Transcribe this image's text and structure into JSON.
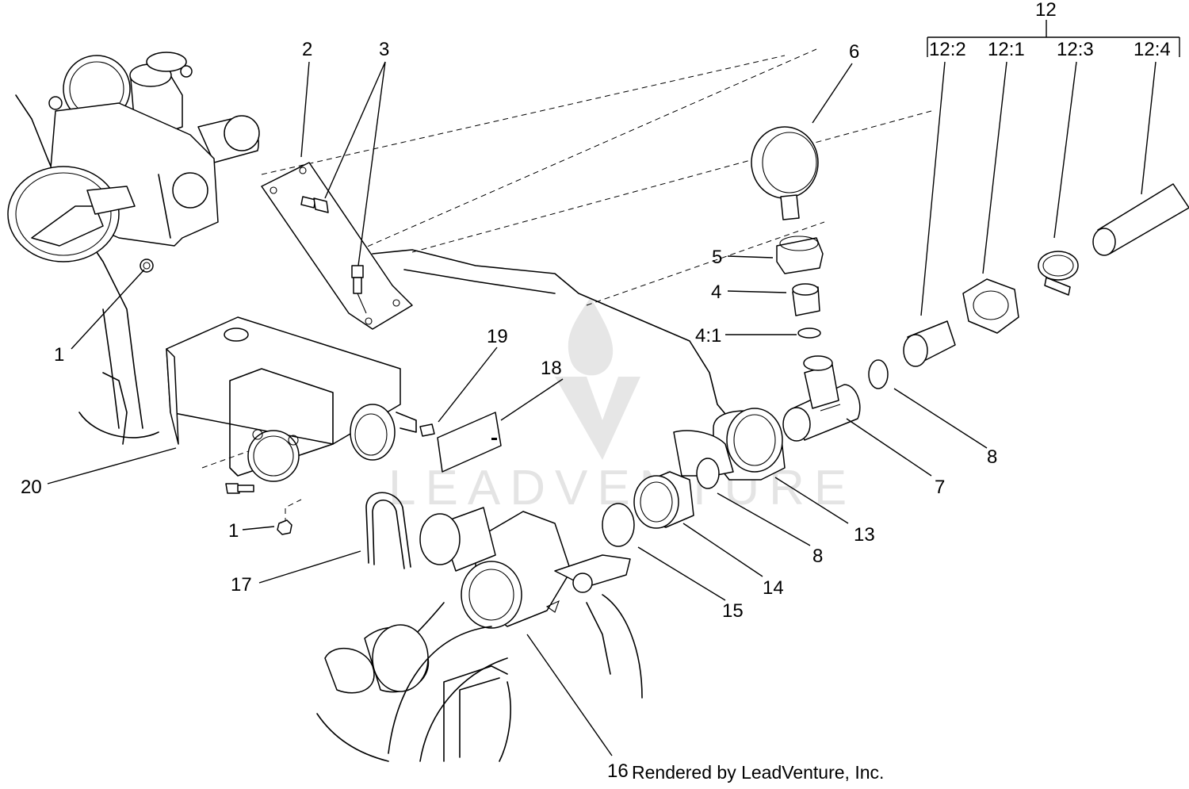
{
  "callouts": [
    {
      "id": "1a",
      "text": "1"
    },
    {
      "id": "1b",
      "text": "1"
    },
    {
      "id": "2",
      "text": "2"
    },
    {
      "id": "3",
      "text": "3"
    },
    {
      "id": "4",
      "text": "4"
    },
    {
      "id": "4-1",
      "text": "4:1"
    },
    {
      "id": "5",
      "text": "5"
    },
    {
      "id": "6",
      "text": "6"
    },
    {
      "id": "7",
      "text": "7"
    },
    {
      "id": "8a",
      "text": "8"
    },
    {
      "id": "8b",
      "text": "8"
    },
    {
      "id": "12",
      "text": "12"
    },
    {
      "id": "12-2",
      "text": "12:2"
    },
    {
      "id": "12-1",
      "text": "12:1"
    },
    {
      "id": "12-3",
      "text": "12:3"
    },
    {
      "id": "12-4",
      "text": "12:4"
    },
    {
      "id": "13",
      "text": "13"
    },
    {
      "id": "14",
      "text": "14"
    },
    {
      "id": "15",
      "text": "15"
    },
    {
      "id": "16",
      "text": "16"
    },
    {
      "id": "17",
      "text": "17"
    },
    {
      "id": "18",
      "text": "18"
    },
    {
      "id": "19",
      "text": "19"
    },
    {
      "id": "20",
      "text": "20"
    }
  ],
  "watermark": {
    "text": "LEADVENTURE"
  },
  "credit": {
    "text": "Rendered by LeadVenture, Inc."
  }
}
